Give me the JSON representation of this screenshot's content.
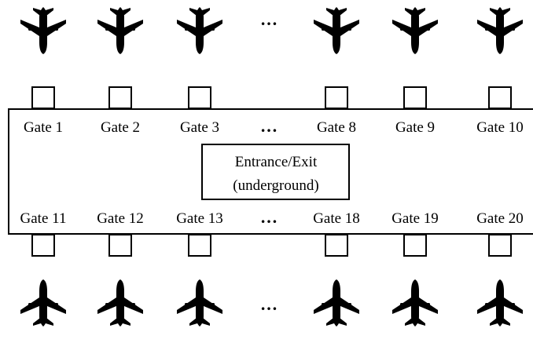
{
  "colors": {
    "ink": "#000000",
    "background": "#ffffff"
  },
  "top_gates": [
    "Gate 1",
    "Gate 2",
    "Gate 3",
    "…",
    "Gate 8",
    "Gate 9",
    "Gate 10"
  ],
  "bottom_gates": [
    "Gate 11",
    "Gate 12",
    "Gate 13",
    "…",
    "Gate 18",
    "Gate 19",
    "Gate 20"
  ],
  "entrance": {
    "line1": "Entrance/Exit",
    "line2": "(underground)"
  },
  "ellipsis": "…",
  "icons": {
    "plane": "airplane-icon",
    "jet_bridge": "jet-bridge-icon"
  }
}
